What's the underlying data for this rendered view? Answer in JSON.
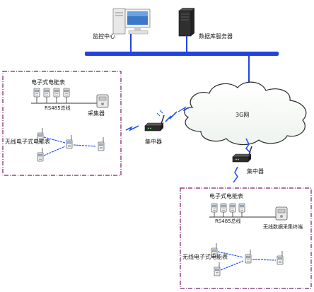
{
  "diagram": {
    "labels": {
      "monitoring_center": "监控中心",
      "database_server": "数据库服务器",
      "network_3g": "3G网",
      "concentrator_left": "集中器",
      "concentrator_right": "集中器",
      "top_group_title": "电子式电能表",
      "top_bus": "RS485总线",
      "collector": "采集器",
      "top_wireless_meter": "无线电子式电能表",
      "bottom_group_title": "电子式电能表",
      "bottom_bus": "RS485总线",
      "bottom_collector": "无线数据采集终端",
      "bottom_wireless_meter": "无线电子式电能表"
    },
    "colors": {
      "network_bus": "#2244dd",
      "wireless_signal": "#2255ee",
      "group_border": "#7a1f6e",
      "cloud_outline": "#2a2a2a"
    }
  }
}
